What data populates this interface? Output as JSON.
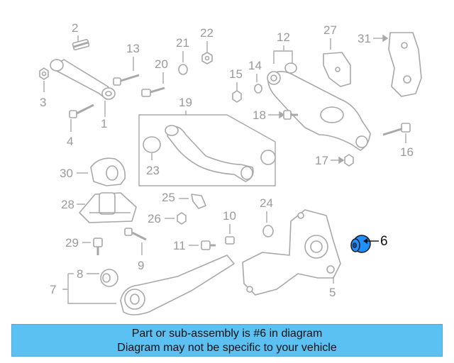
{
  "callouts": {
    "n1": "1",
    "n2": "2",
    "n3": "3",
    "n4": "4",
    "n5": "5",
    "n6": "6",
    "n7": "7",
    "n8": "8",
    "n9": "9",
    "n10": "10",
    "n11": "11",
    "n12": "12",
    "n13": "13",
    "n14": "14",
    "n15": "15",
    "n16": "16",
    "n17": "17",
    "n18": "18",
    "n19": "19",
    "n20": "20",
    "n21": "21",
    "n22": "22",
    "n23": "23",
    "n24": "24",
    "n25": "25",
    "n26": "26",
    "n27": "27",
    "n28": "28",
    "n29": "29",
    "n30": "30",
    "n31": "31"
  },
  "highlight_color": "#1e90ff",
  "banner": {
    "line1": "Part or sub-assembly is #6 in diagram",
    "line2": "Diagram may not be specific to your vehicle"
  }
}
